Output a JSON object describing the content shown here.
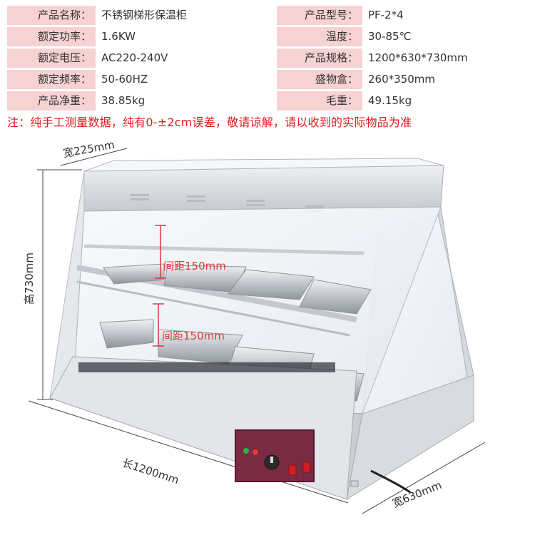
{
  "specs": [
    {
      "l1": "产品名称：",
      "v1": "不锈钢梯形保温柜",
      "l2": "产品型号：",
      "v2": "PF-2*4"
    },
    {
      "l1": "额定功率：",
      "v1": "1.6KW",
      "l2": "温度：",
      "v2": "30-85℃"
    },
    {
      "l1": "额定电压：",
      "v1": "AC220-240V",
      "l2": "产品规格：",
      "v2": "1200*630*730mm"
    },
    {
      "l1": "额定频率：",
      "v1": "50-60HZ",
      "l2": "盛物盒：",
      "v2": "260*350mm"
    },
    {
      "l1": "产品净重：",
      "v1": "38.85kg",
      "l2": "毛重：",
      "v2": "49.15kg"
    }
  ],
  "note": "注：纯手工测量数据，纯有0-±2cm误差，敬请谅解，请以收到的实际物品为准",
  "dimensions": {
    "top_width": "宽225mm",
    "height": "高730mm",
    "length": "长1200mm",
    "depth": "宽630mm",
    "upper_spacing": "间距150mm",
    "lower_spacing": "间距150mm"
  },
  "colors": {
    "label_bg": "#f6d2d2",
    "note": "#e01b1b",
    "spacing_marker": "#d93a3a",
    "panel": "#7b2a43"
  }
}
